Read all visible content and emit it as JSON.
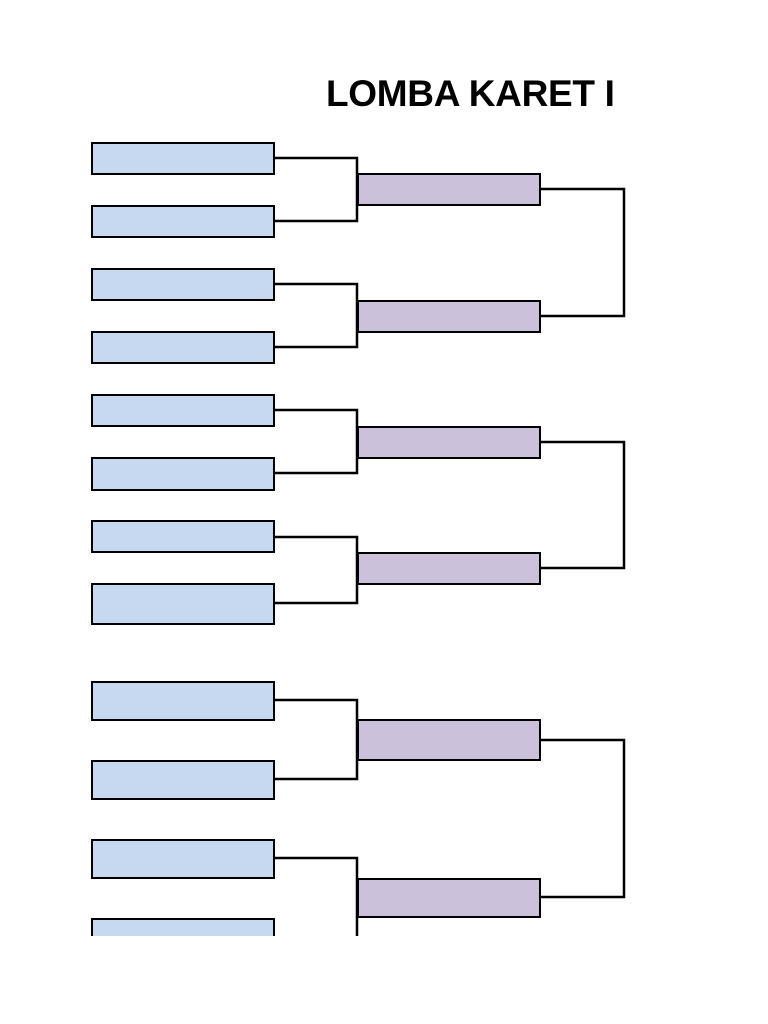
{
  "document": {
    "title": "LOMBA KARET I"
  },
  "colors": {
    "entrant_box_fill": "#c6d9f0",
    "winner_box_fill": "#ccc1da",
    "box_border": "#000000",
    "connector_line": "#000000",
    "background": "#ffffff"
  },
  "bracket": {
    "first_round_slots": 13,
    "second_round_slots": 6,
    "slot_text": ""
  }
}
